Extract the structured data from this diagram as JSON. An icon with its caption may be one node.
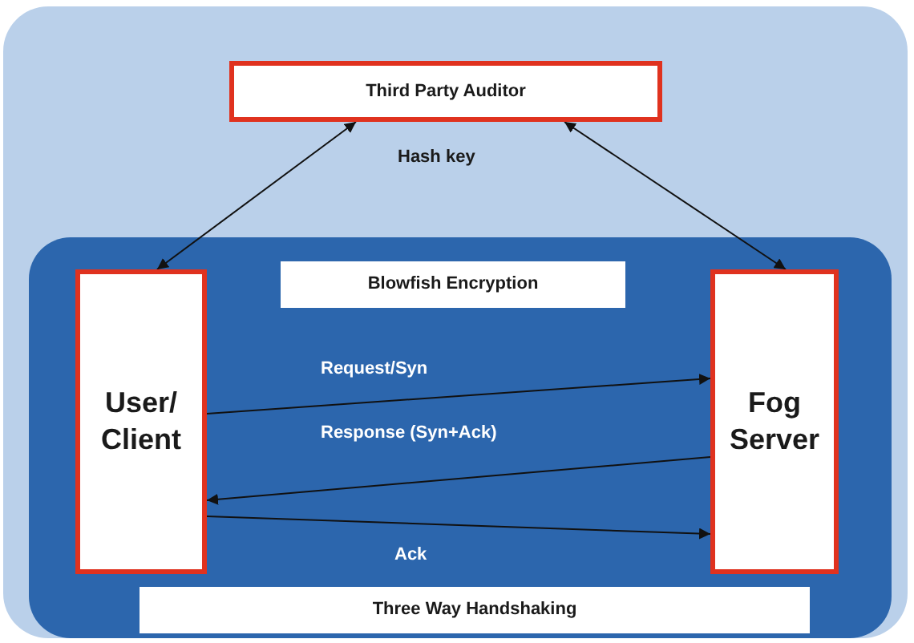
{
  "diagram": {
    "nodes": [
      {
        "text": [
          "Third Party Auditor"
        ]
      },
      {
        "text": [
          "User/ Client"
        ]
      },
      {
        "text": [
          "Blowfish Encryption"
        ]
      },
      {
        "text": [
          "Fog Server"
        ]
      },
      {
        "text": [
          "Three Way Handshaking"
        ]
      }
    ],
    "edges": [
      {
        "from": 1,
        "to": 0,
        "arrow": "both"
      },
      {
        "from": 0,
        "to": 3,
        "arrow": "both"
      },
      {
        "from": 1,
        "to": 3,
        "arrow": "to",
        "label": "Request/Syn"
      },
      {
        "from": 3,
        "to": 1,
        "arrow": "to",
        "label": "Response (Syn+Ack)"
      },
      {
        "from": 1,
        "to": 3,
        "arrow": "to",
        "label": "Ack"
      }
    ],
    "labels": [
      "Hash key"
    ]
  }
}
